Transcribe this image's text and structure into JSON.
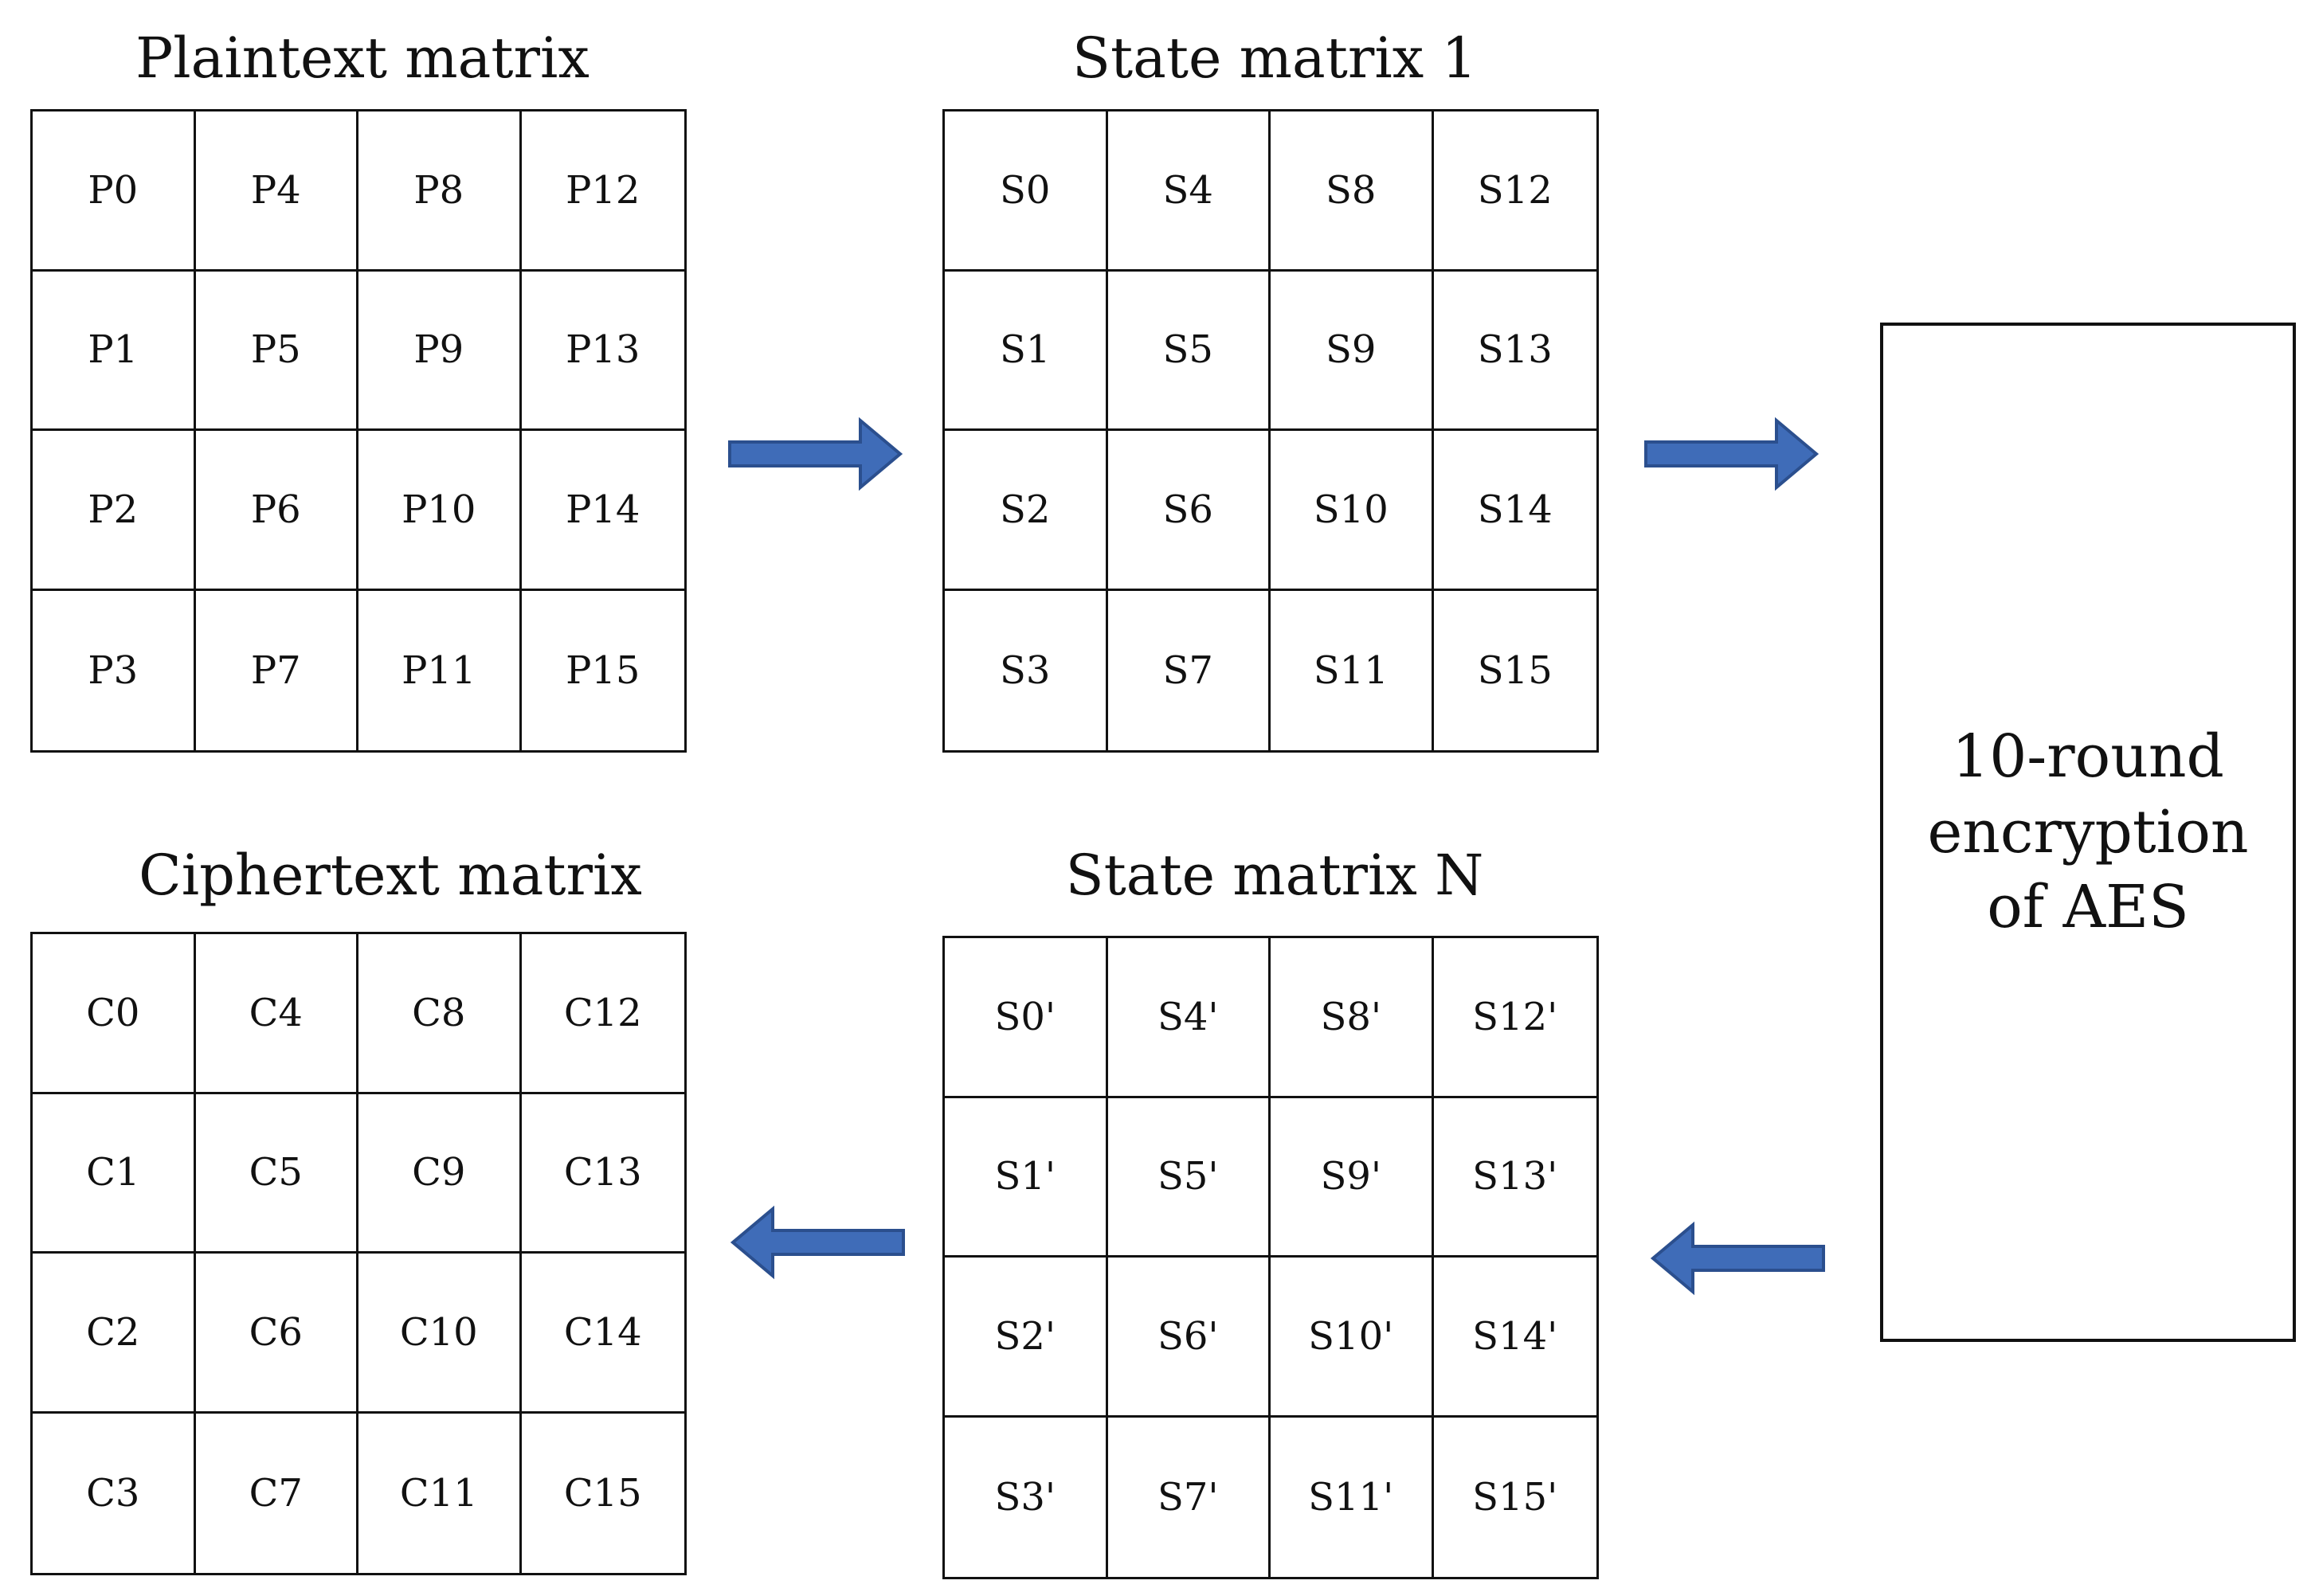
{
  "plaintext": {
    "title": "Plaintext matrix",
    "cells": [
      "P0",
      "P4",
      "P8",
      "P12",
      "P1",
      "P5",
      "P9",
      "P13",
      "P2",
      "P6",
      "P10",
      "P14",
      "P3",
      "P7",
      "P11",
      "P15"
    ]
  },
  "state1": {
    "title": "State matrix 1",
    "cells": [
      "S0",
      "S4",
      "S8",
      "S12",
      "S1",
      "S5",
      "S9",
      "S13",
      "S2",
      "S6",
      "S10",
      "S14",
      "S3",
      "S7",
      "S11",
      "S15"
    ]
  },
  "ciphertext": {
    "title": "Ciphertext matrix",
    "cells": [
      "C0",
      "C4",
      "C8",
      "C12",
      "C1",
      "C5",
      "C9",
      "C13",
      "C2",
      "C6",
      "C10",
      "C14",
      "C3",
      "C7",
      "C11",
      "C15"
    ]
  },
  "stateN": {
    "title": "State matrix N",
    "cells": [
      "S0'",
      "S4'",
      "S8'",
      "S12'",
      "S1'",
      "S5'",
      "S9'",
      "S13'",
      "S2'",
      "S6'",
      "S10'",
      "S14'",
      "S3'",
      "S7'",
      "S11'",
      "S15'"
    ]
  },
  "aes": {
    "lines": [
      "10-round",
      "encryption",
      "of AES"
    ]
  },
  "colors": {
    "arrow_fill": "#3f6cb8",
    "arrow_stroke": "#2b4f8e",
    "line": "#111111"
  }
}
